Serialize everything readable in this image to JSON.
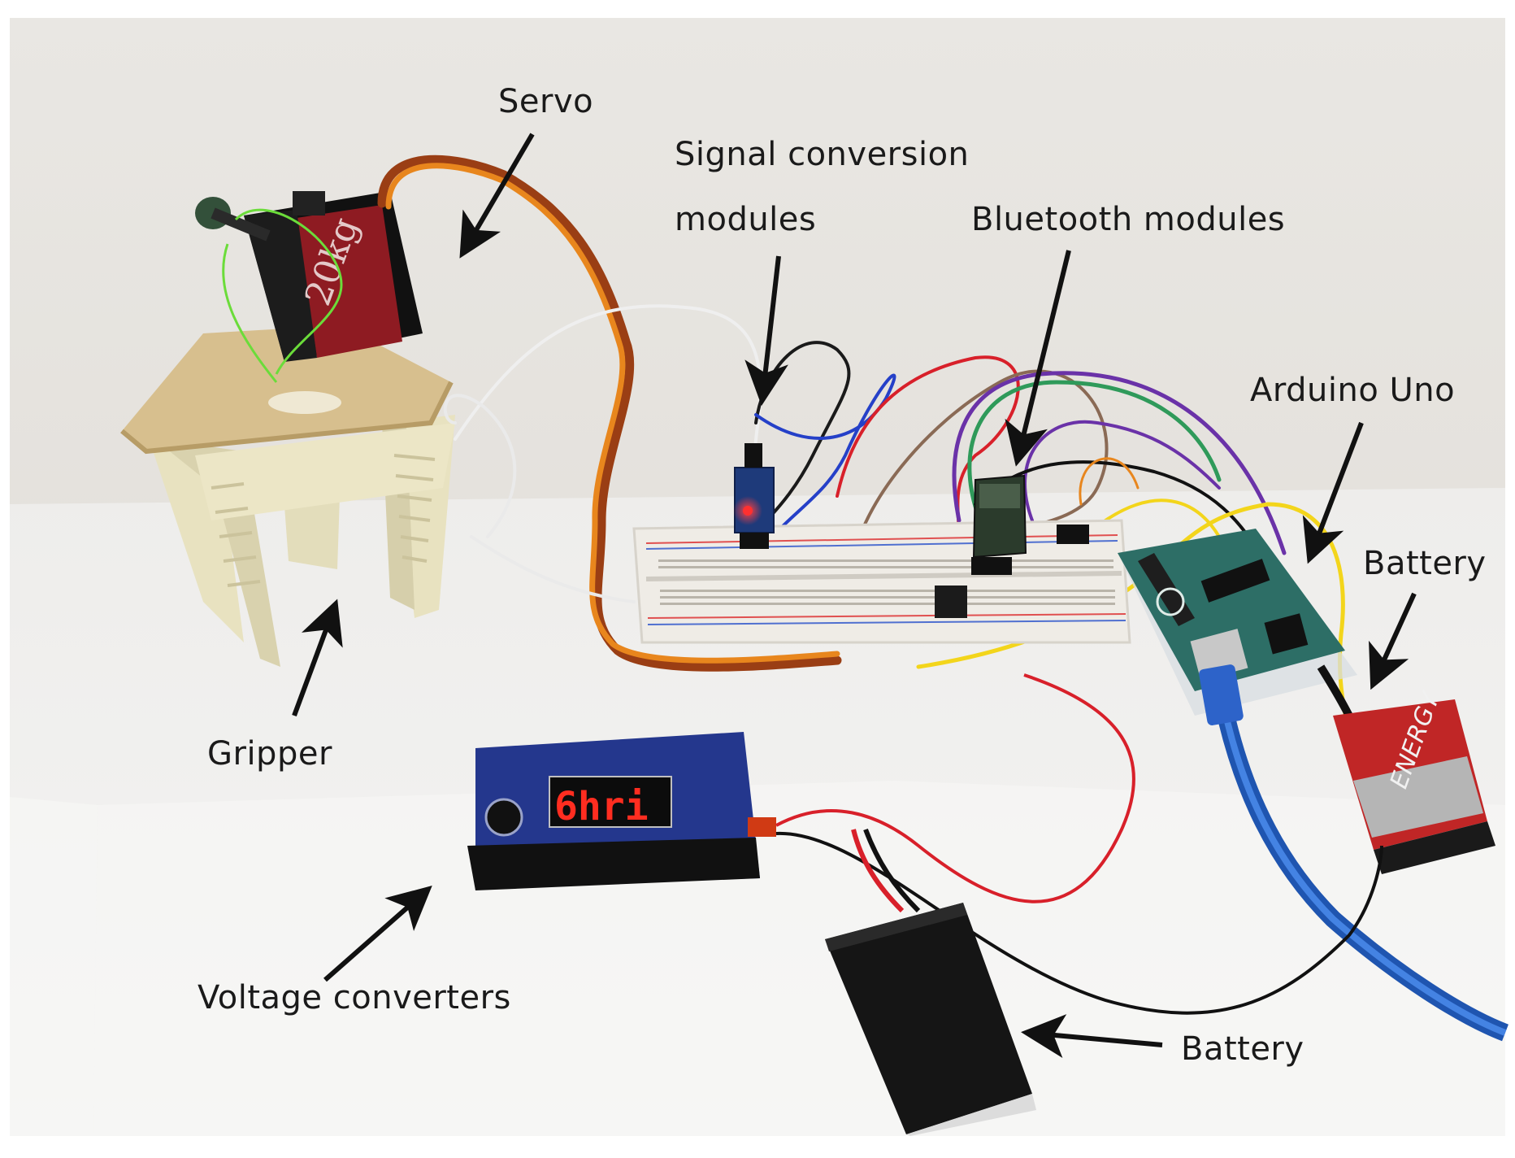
{
  "labels": {
    "servo": "Servo",
    "signal_line1": "Signal conversion",
    "signal_line2": "modules",
    "bluetooth": "Bluetooth modules",
    "arduino": "Arduino Uno",
    "battery_small": "Battery",
    "gripper": "Gripper",
    "voltage": "Voltage converters",
    "battery_large": "Battery"
  },
  "device_display": "6hri",
  "colors": {
    "background": "#e6e3de",
    "servo_body": "#8e1b22",
    "breadboard": "#efece6",
    "arduino_board": "#2d6e66",
    "bluetooth_board": "#2b3b2c",
    "voltage_converter": "#24378d",
    "display_digits": "#ff2d20",
    "wire_orange": "#e8861d",
    "wire_yellow": "#f3d51b",
    "wire_purple": "#6a32a8",
    "wire_green": "#2f9a5a",
    "wire_brown": "#8a6a55",
    "wire_blue": "#2540c8",
    "wire_red": "#d8202a",
    "usb_cable": "#2a6fd0",
    "battery_9v": "#c02626",
    "lipo_battery": "#151515"
  }
}
